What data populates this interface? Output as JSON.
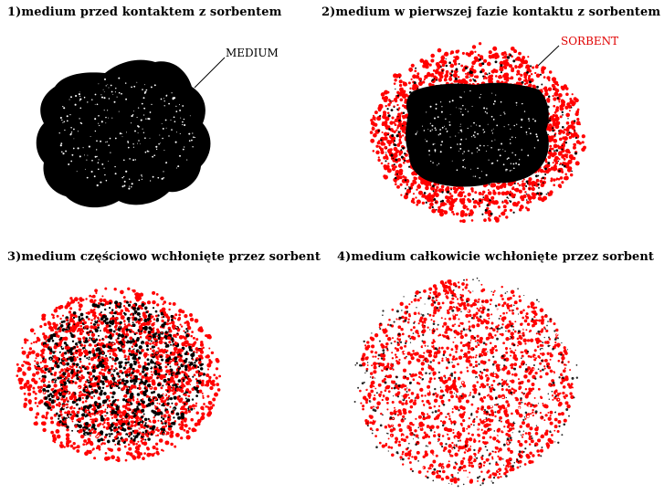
{
  "panels": [
    {
      "title": "1)medium przed kontaktem z sorbentem"
    },
    {
      "title": "2)medium w pierwszej fazie kontaktu z sorbentem"
    },
    {
      "title": "3)medium częściowo wchłonięte przez sorbent"
    },
    {
      "title": "4)medium całkowicie wchłonięte przez sorbent"
    }
  ],
  "labels": {
    "medium": "MEDIUM",
    "sorbent": "SORBENT"
  },
  "colors": {
    "medium": "#000000",
    "sorbent": "#ff0000",
    "sorbent_label": "#e00000",
    "background": "#ffffff"
  }
}
